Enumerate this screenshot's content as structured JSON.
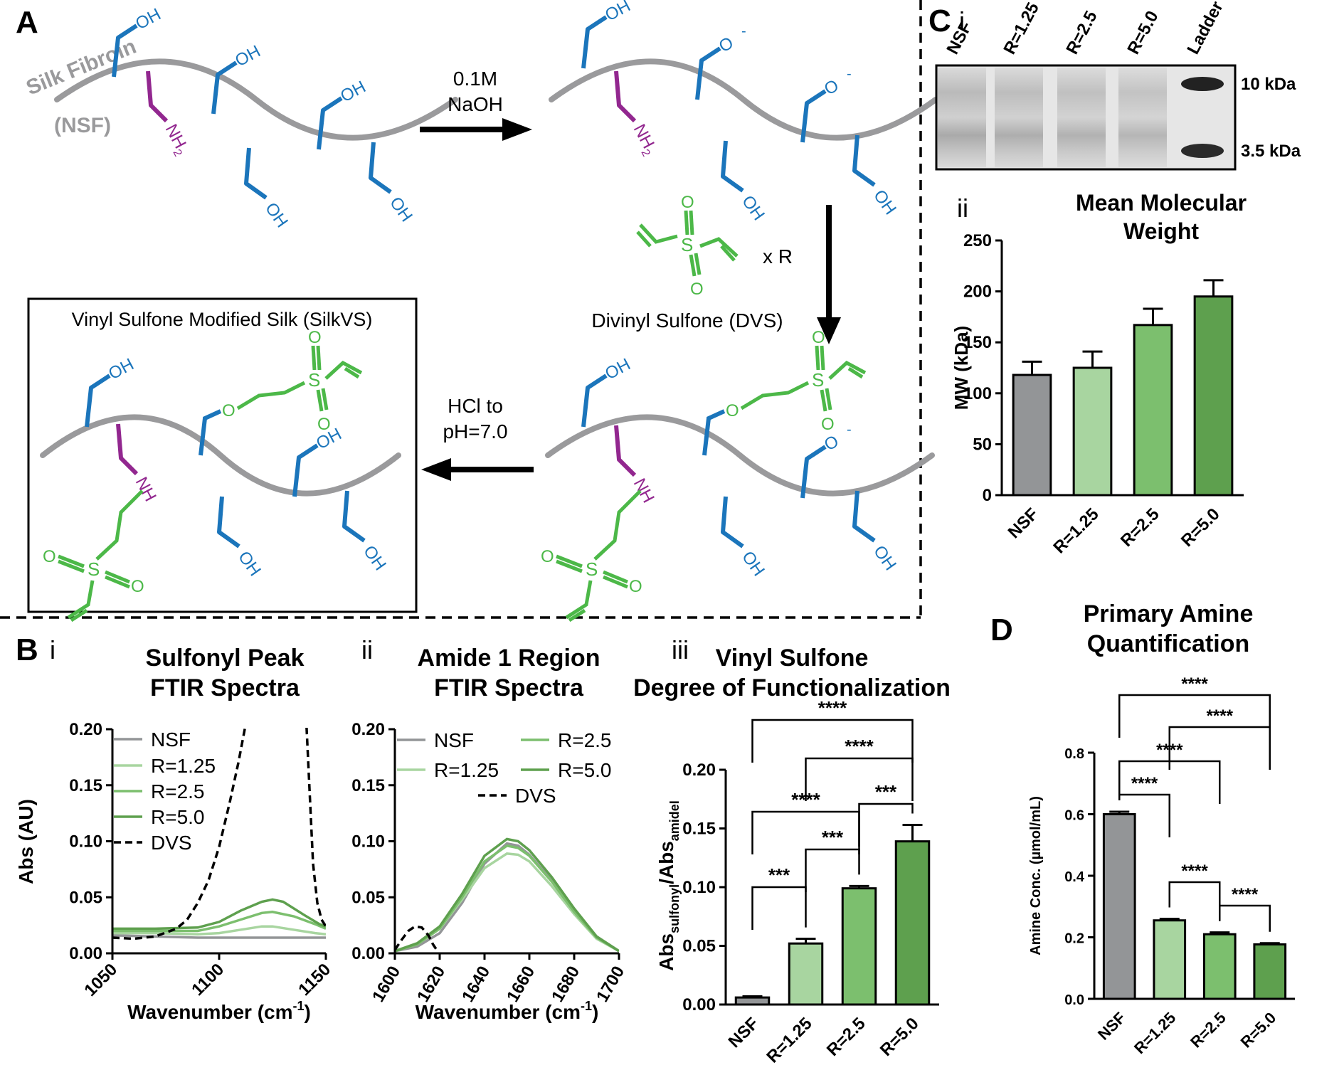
{
  "panel_labels": {
    "A": "A",
    "B": "B",
    "C": "C",
    "D": "D",
    "Bi": "i",
    "Bii": "ii",
    "Biii": "iii",
    "Ci": "i",
    "Cii": "ii"
  },
  "scheme": {
    "nsf_label_1": "Silk Fibroin",
    "nsf_label_2": "(NSF)",
    "step1_1": "0.1M",
    "step1_2": "NaOH",
    "dvs_name": "Divinyl Sulfone (DVS)",
    "xr": "x R",
    "step3_1": "HCl to",
    "step3_2": "pH=7.0",
    "product_title": "Vinyl Sulfone Modified Silk (SilkVS)",
    "oh": "OH",
    "o_minus": "O",
    "minus": "-",
    "o": "O",
    "s": "S",
    "nh": "NH",
    "nh2": "NH",
    "sub2": "2"
  },
  "colors": {
    "backbone": "#9a9a9c",
    "hydroxyl": "#1b75bb",
    "amine": "#92278f",
    "vinyl_sulfone": "#4cb848",
    "nsf": "#939597",
    "r125": "#a8d5a0",
    "r25": "#7cbf6e",
    "r50": "#5ea04e",
    "dvs": "#000000"
  },
  "gel": {
    "lanes": [
      "NSF",
      "R=1.25",
      "R=2.5",
      "R=5.0",
      "Ladder"
    ],
    "markers": [
      "10 kDa",
      "3.5 kDa"
    ]
  },
  "chart_data": [
    {
      "id": "Bi",
      "type": "line",
      "title": [
        "Sulfonyl Peak",
        "FTIR Spectra"
      ],
      "xlabel": "Wavenumber (cm",
      "xlabel_sup": "-1",
      "xlabel_end": ")",
      "ylabel": "Abs (AU)",
      "xlim": [
        1050,
        1150
      ],
      "ylim": [
        0,
        0.2
      ],
      "xticks": [
        "1050",
        "1100",
        "1150"
      ],
      "yticks": [
        "0.00",
        "0.05",
        "0.10",
        "0.15",
        "0.20"
      ],
      "legend": [
        "NSF",
        "R=1.25",
        "R=2.5",
        "R=5.0",
        "DVS"
      ],
      "series": [
        {
          "name": "NSF",
          "x": [
            1050,
            1070,
            1090,
            1110,
            1120,
            1130,
            1150
          ],
          "y": [
            0.016,
            0.015,
            0.014,
            0.014,
            0.014,
            0.014,
            0.014
          ]
        },
        {
          "name": "R=1.25",
          "x": [
            1050,
            1070,
            1090,
            1100,
            1110,
            1120,
            1125,
            1135,
            1145,
            1150
          ],
          "y": [
            0.018,
            0.018,
            0.017,
            0.018,
            0.021,
            0.024,
            0.024,
            0.021,
            0.018,
            0.017
          ]
        },
        {
          "name": "R=2.5",
          "x": [
            1050,
            1070,
            1090,
            1100,
            1110,
            1120,
            1125,
            1135,
            1145,
            1150
          ],
          "y": [
            0.02,
            0.02,
            0.02,
            0.024,
            0.03,
            0.036,
            0.037,
            0.033,
            0.026,
            0.022
          ]
        },
        {
          "name": "R=5.0",
          "x": [
            1050,
            1070,
            1090,
            1100,
            1110,
            1120,
            1125,
            1130,
            1140,
            1147,
            1150
          ],
          "y": [
            0.022,
            0.022,
            0.023,
            0.028,
            0.038,
            0.046,
            0.048,
            0.046,
            0.034,
            0.026,
            0.024
          ]
        },
        {
          "name": "DVS",
          "x": [
            1050,
            1060,
            1070,
            1080,
            1085,
            1090,
            1095,
            1100,
            1105,
            1109,
            1112,
            1115,
            1140,
            1141,
            1142,
            1143,
            1144,
            1146,
            1148,
            1150
          ],
          "y": [
            0.014,
            0.013,
            0.015,
            0.022,
            0.03,
            0.045,
            0.065,
            0.095,
            0.135,
            0.17,
            0.2,
            0.245,
            0.245,
            0.2,
            0.16,
            0.12,
            0.08,
            0.045,
            0.03,
            0.024
          ]
        }
      ]
    },
    {
      "id": "Bii",
      "type": "line",
      "title": [
        "Amide 1 Region",
        "FTIR Spectra"
      ],
      "xlabel": "Wavenumber (cm",
      "xlabel_sup": "-1",
      "xlabel_end": ")",
      "xlim": [
        1600,
        1700
      ],
      "ylim": [
        0,
        0.2
      ],
      "xticks": [
        "1600",
        "1620",
        "1640",
        "1660",
        "1680",
        "1700"
      ],
      "yticks": [
        "0.00",
        "0.05",
        "0.10",
        "0.15",
        "0.20"
      ],
      "legend": [
        "NSF",
        "R=2.5",
        "R=1.25",
        "R=5.0",
        "DVS"
      ],
      "series": [
        {
          "name": "NSF",
          "x": [
            1600,
            1610,
            1620,
            1630,
            1640,
            1650,
            1655,
            1660,
            1670,
            1680,
            1690,
            1700
          ],
          "y": [
            0.002,
            0.006,
            0.018,
            0.045,
            0.08,
            0.098,
            0.096,
            0.088,
            0.065,
            0.038,
            0.015,
            0.002
          ]
        },
        {
          "name": "R=1.25",
          "x": [
            1600,
            1610,
            1620,
            1630,
            1640,
            1650,
            1655,
            1660,
            1670,
            1680,
            1690,
            1700
          ],
          "y": [
            0.002,
            0.008,
            0.022,
            0.048,
            0.076,
            0.089,
            0.088,
            0.082,
            0.06,
            0.035,
            0.013,
            0.002
          ]
        },
        {
          "name": "R=2.5",
          "x": [
            1600,
            1610,
            1620,
            1630,
            1640,
            1650,
            1655,
            1660,
            1670,
            1680,
            1690,
            1700
          ],
          "y": [
            0.002,
            0.008,
            0.022,
            0.05,
            0.082,
            0.096,
            0.094,
            0.087,
            0.064,
            0.037,
            0.014,
            0.002
          ]
        },
        {
          "name": "R=5.0",
          "x": [
            1600,
            1610,
            1620,
            1630,
            1640,
            1650,
            1655,
            1660,
            1670,
            1680,
            1690,
            1700
          ],
          "y": [
            0.002,
            0.009,
            0.024,
            0.053,
            0.087,
            0.102,
            0.1,
            0.092,
            0.068,
            0.04,
            0.015,
            0.002
          ]
        },
        {
          "name": "DVS",
          "x": [
            1600,
            1603,
            1606,
            1609,
            1612,
            1615,
            1617,
            1619
          ],
          "y": [
            0.003,
            0.012,
            0.02,
            0.024,
            0.023,
            0.016,
            0.008,
            0.002
          ]
        }
      ]
    },
    {
      "id": "Biii",
      "type": "bar",
      "title": [
        "Vinyl Sulfone",
        "Degree of Functionalization"
      ],
      "ylabel_a": "Abs",
      "ylabel_a_sub": "sulfonyl",
      "ylabel_b": "/Abs",
      "ylabel_b_sub": "amideI",
      "categories": [
        "NSF",
        "R=1.25",
        "R=2.5",
        "R=5.0"
      ],
      "values": [
        0.006,
        0.052,
        0.099,
        0.139
      ],
      "errors": [
        0.001,
        0.004,
        0.002,
        0.014
      ],
      "ylim": [
        0,
        0.2
      ],
      "yticks": [
        "0.00",
        "0.05",
        "0.10",
        "0.15",
        "0.20"
      ],
      "significance": [
        {
          "from": 0,
          "to": 1,
          "label": "***"
        },
        {
          "from": 1,
          "to": 2,
          "label": "***"
        },
        {
          "from": 2,
          "to": 3,
          "label": "***"
        },
        {
          "from": 0,
          "to": 2,
          "label": "****"
        },
        {
          "from": 1,
          "to": 3,
          "label": "****"
        },
        {
          "from": 0,
          "to": 3,
          "label": "****"
        }
      ]
    },
    {
      "id": "Cii",
      "type": "bar",
      "title": [
        "Mean Molecular",
        "Weight"
      ],
      "ylabel": "MW (kDa)",
      "categories": [
        "NSF",
        "R=1.25",
        "R=2.5",
        "R=5.0"
      ],
      "values": [
        118,
        125,
        167,
        195
      ],
      "errors": [
        13,
        16,
        16,
        16
      ],
      "ylim": [
        0,
        250
      ],
      "yticks": [
        "0",
        "50",
        "100",
        "150",
        "200",
        "250"
      ]
    },
    {
      "id": "D",
      "type": "bar",
      "title": [
        "Primary Amine",
        "Quantification"
      ],
      "ylabel": "Amine Conc. (µmol/mL)",
      "categories": [
        "NSF",
        "R=1.25",
        "R=2.5",
        "R=5.0"
      ],
      "values": [
        0.6,
        0.255,
        0.21,
        0.177
      ],
      "errors": [
        0.008,
        0.005,
        0.006,
        0.004
      ],
      "ylim": [
        0,
        0.8
      ],
      "yticks": [
        "0.0",
        "0.2",
        "0.4",
        "0.6",
        "0.8"
      ],
      "significance": [
        {
          "from": 1,
          "to": 2,
          "label": "****"
        },
        {
          "from": 2,
          "to": 3,
          "label": "****"
        },
        {
          "from": 0,
          "to": 1,
          "label": "****"
        },
        {
          "from": 0,
          "to": 2,
          "label": "****"
        },
        {
          "from": 1,
          "to": 3,
          "label": "****"
        },
        {
          "from": 0,
          "to": 3,
          "label": "****"
        }
      ]
    }
  ]
}
